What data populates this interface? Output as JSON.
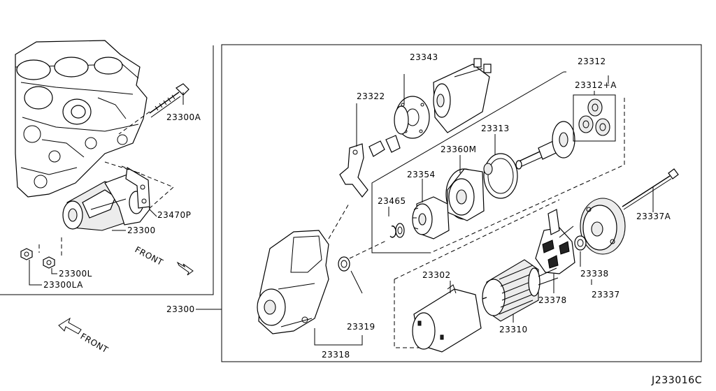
{
  "diagram_code": "J233016C",
  "labels": {
    "p23343": "23343",
    "p23312": "23312",
    "p23312a": "23312+A",
    "p23322": "23322",
    "p23313": "23313",
    "p23360m": "23360M",
    "p23354": "23354",
    "p23465": "23465",
    "p23337a": "23337A",
    "p23302": "23302",
    "p23338": "23338",
    "p23337": "23337",
    "p23378": "23378",
    "p23319": "23319",
    "p23310": "23310",
    "p23318": "23318",
    "p23300_main": "23300",
    "p23300a": "23300A",
    "p23470p": "23470P",
    "p23300_inset": "23300",
    "p23300l": "23300L",
    "p23300la": "23300LA"
  },
  "front_inset": "FRONT",
  "front_main": "FRONT"
}
